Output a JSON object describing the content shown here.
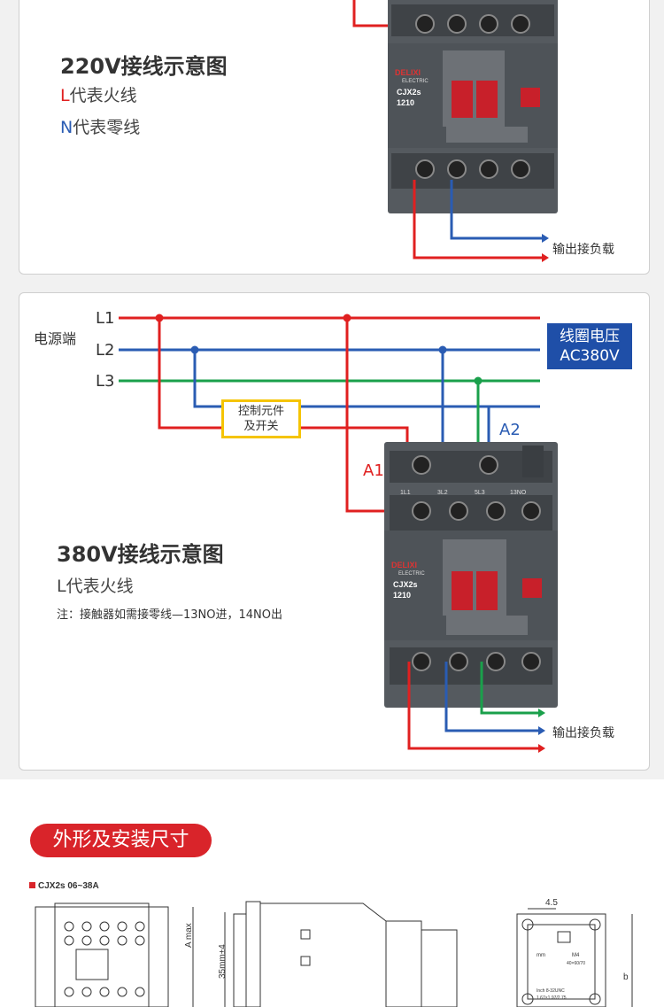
{
  "colors": {
    "live": "#e02020",
    "neutral": "#2a5cb3",
    "l3": "#1aa04b",
    "accent": "#d9242a",
    "control_border": "#f5c400",
    "coil_box": "#1f4fa8"
  },
  "panel_220": {
    "title": "220V接线示意图",
    "legend_l_letter": "L",
    "legend_l_text": "代表火线",
    "legend_n_letter": "N",
    "legend_n_text": "代表零线",
    "output_label": "输出接负载"
  },
  "panel_380": {
    "source_label": "电源端",
    "lines": [
      "L1",
      "L2",
      "L3"
    ],
    "coil_voltage_line1": "线圈电压",
    "coil_voltage_line2": "AC380V",
    "control_line1": "控制元件",
    "control_line2": "及开关",
    "a1": "A1",
    "a2": "A2",
    "title": "380V接线示意图",
    "legend_l": "L代表火线",
    "note": "注：接触器如需接零线—13NO进，14NO出",
    "output_label": "输出接负载"
  },
  "contactor": {
    "brand": "DELIXI",
    "brand_sub": "ELECTRIC",
    "model": "CJX2s",
    "code": "1210",
    "top_terminals": [
      "1L1",
      "3L2",
      "5L3",
      "13NO"
    ]
  },
  "dimensions": {
    "section_title": "外形及安装尺寸",
    "model_range": "CJX2s 06~38A",
    "dim_amax": "A max",
    "dim_rail": "35mm±4",
    "dim_45": "4.5",
    "dim_b": "b",
    "label_mm": "mm",
    "label_m4": "M4",
    "label_4060": "40×60/70",
    "label_inch": "Inch 8-32UNC",
    "label_inch2": "1.67×1.97/2.75"
  }
}
